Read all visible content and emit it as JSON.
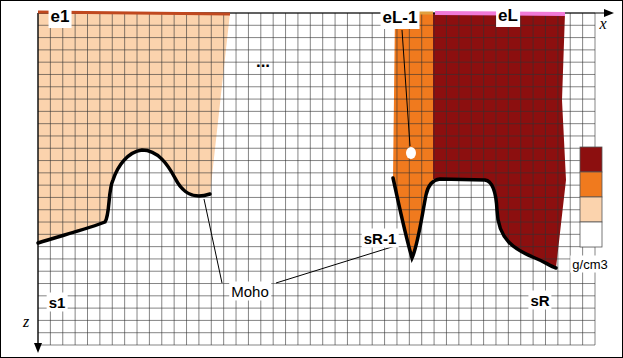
{
  "diagram": {
    "labels": [
      "e1",
      "x",
      "eL-1",
      "eL",
      "...",
      "sR-1",
      "s1",
      "Moho",
      "sR",
      "z",
      "g/cm3"
    ]
  }
}
